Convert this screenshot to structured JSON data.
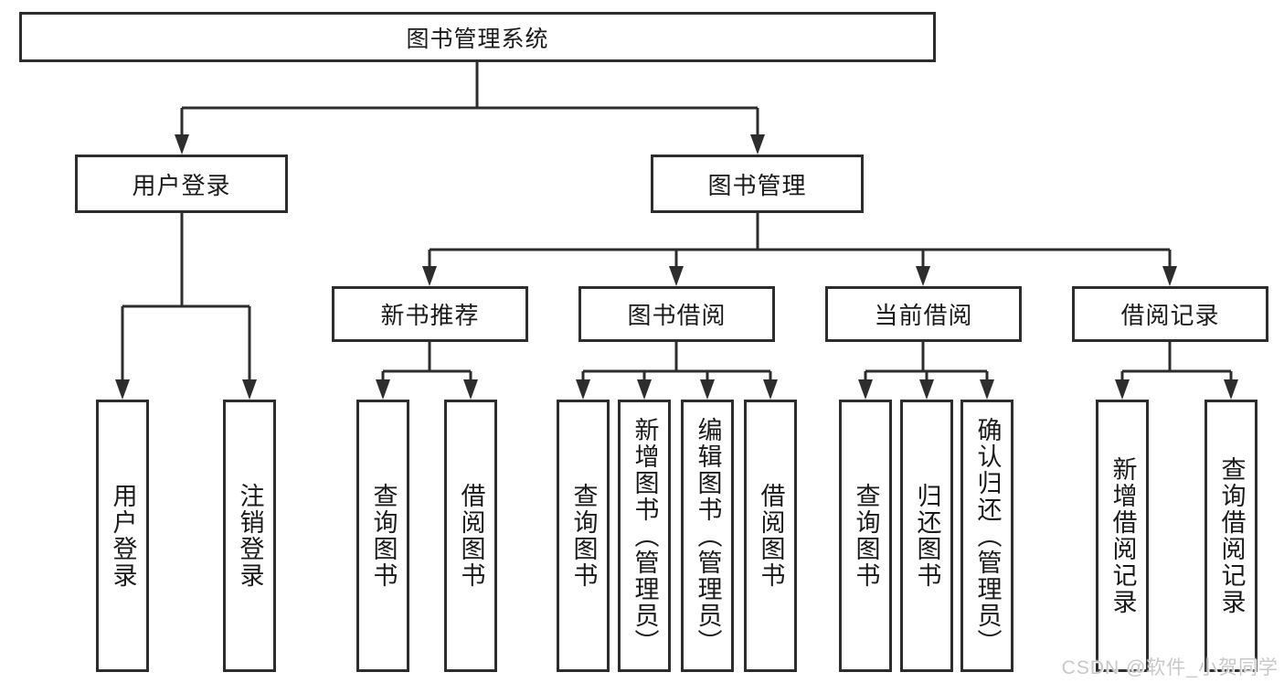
{
  "root": {
    "label": "图书管理系统"
  },
  "level2": [
    {
      "label": "用户登录"
    },
    {
      "label": "图书管理"
    }
  ],
  "level3": [
    {
      "label": "新书推荐"
    },
    {
      "label": "图书借阅"
    },
    {
      "label": "当前借阅"
    },
    {
      "label": "借阅记录"
    }
  ],
  "leaves": [
    {
      "label": "用户登录"
    },
    {
      "label": "注销登录"
    },
    {
      "label": "查询图书"
    },
    {
      "label": "借阅图书"
    },
    {
      "label": "查询图书"
    },
    {
      "label": "新增图书（管理员）"
    },
    {
      "label": "编辑图书（管理员）"
    },
    {
      "label": "借阅图书"
    },
    {
      "label": "查询图书"
    },
    {
      "label": "归还图书"
    },
    {
      "label": "确认归还（管理员）"
    },
    {
      "label": "新增借阅记录"
    },
    {
      "label": "查询借阅记录"
    }
  ],
  "watermark": {
    "text": "CSDN @软件_小贺同学"
  },
  "colors": {
    "line": "#2d2d2d",
    "text": "#1a1a1a",
    "watermark": "#c8c8c8",
    "background": "#ffffff"
  }
}
